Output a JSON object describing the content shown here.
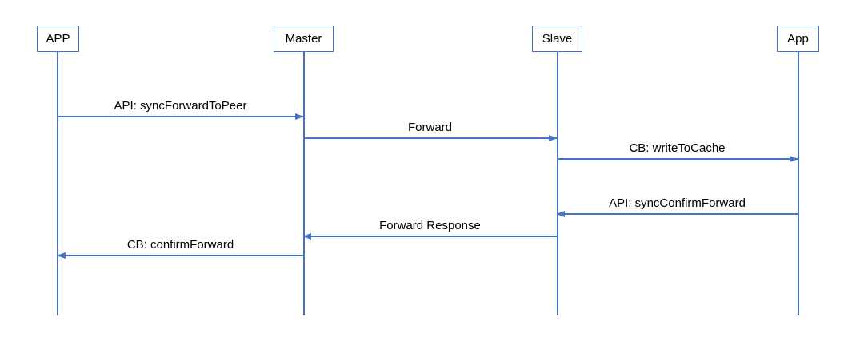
{
  "colors": {
    "accent": "#4472C4",
    "text": "#000000",
    "background": "#FFFFFF"
  },
  "diagram": {
    "type": "sequence-diagram",
    "actors": [
      {
        "label": "APP"
      },
      {
        "label": "Master"
      },
      {
        "label": "Slave"
      },
      {
        "label": "App"
      }
    ],
    "messages": [
      {
        "label": "API: syncForwardToPeer",
        "from": "APP",
        "to": "Master",
        "direction": "right"
      },
      {
        "label": "Forward",
        "from": "Master",
        "to": "Slave",
        "direction": "right"
      },
      {
        "label": "CB: writeToCache",
        "from": "Slave",
        "to": "App",
        "direction": "right"
      },
      {
        "label": "API: syncConfirmForward",
        "from": "App",
        "to": "Slave",
        "direction": "left"
      },
      {
        "label": "Forward Response",
        "from": "Slave",
        "to": "Master",
        "direction": "left"
      },
      {
        "label": "CB: confirmForward",
        "from": "Master",
        "to": "APP",
        "direction": "left"
      }
    ]
  }
}
